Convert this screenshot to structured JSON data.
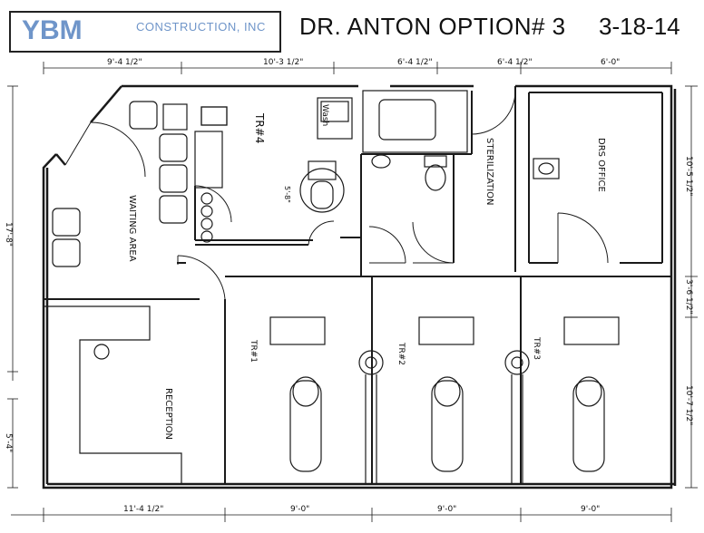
{
  "header": {
    "logo_text": "YBM",
    "company": "CONSTRUCTION, INC",
    "title": "DR. ANTON OPTION# 3",
    "date": "3-18-14"
  },
  "dimensions": {
    "top": [
      "9'-4 1/2\"",
      "10'-3 1/2\"",
      "6'-4 1/2\"",
      "6'-4 1/2\"",
      "6'-0\""
    ],
    "bottom": [
      "11'-4 1/2\"",
      "9'-0\"",
      "9'-0\"",
      "9'-0\""
    ],
    "left": [
      "17'-8\"",
      "5'-4\""
    ],
    "right": [
      "10'-5 1/2\"",
      "3'-6 1/2\"",
      "10'-7 1/2\""
    ],
    "interior": "5'-8\""
  },
  "rooms": {
    "waiting": "WAITING AREA",
    "reception": "RECEPTION",
    "sterilization": "STERILIZATION",
    "drs_office": "DRS OFFICE",
    "tr1": "TR#1",
    "tr2": "TR#2",
    "tr3": "TR#3",
    "tr4": "TR#4",
    "wash": "Wash"
  }
}
